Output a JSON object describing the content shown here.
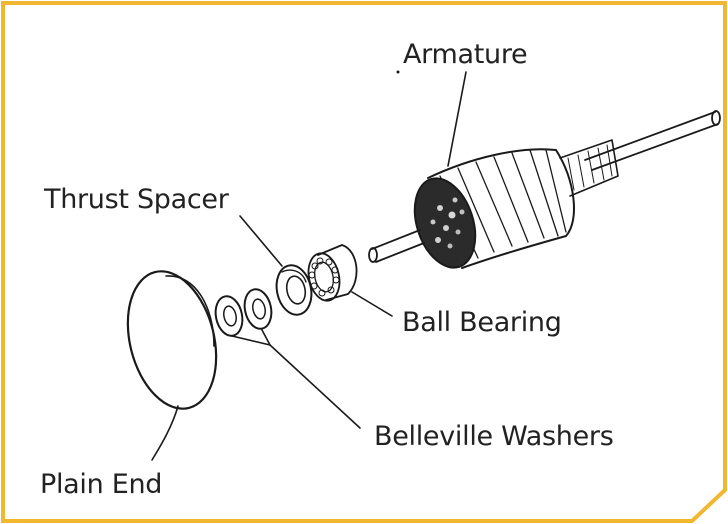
{
  "diagram": {
    "labels": {
      "armature": "Armature",
      "thrust_spacer": "Thrust Spacer",
      "ball_bearing": "Ball Bearing",
      "belleville_washers": "Belleville Washers",
      "plain_end": "Plain End"
    },
    "colors": {
      "border": "#f2b731",
      "ink": "#1a1a1a",
      "background": "#ffffff",
      "armature_core": "#2b2b2b"
    }
  }
}
